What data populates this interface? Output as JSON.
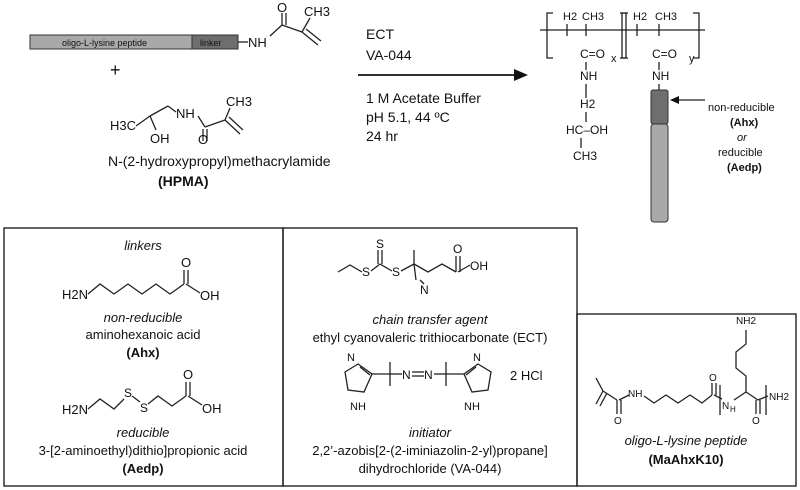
{
  "reaction": {
    "peptide_bar_label": "oligo-L-lysine peptide",
    "linker_bar_label": "linker",
    "plus": "+",
    "hpma_name": "N-(2-hydroxypropyl)methacrylamide",
    "hpma_abbr": "(HPMA)",
    "conditions": [
      "ECT",
      "VA-044",
      "1 M Acetate Buffer",
      "pH 5.1, 44 ºC",
      "24 hr"
    ]
  },
  "product": {
    "sub_x": "x",
    "sub_y": "y",
    "linker_note": {
      "nonreducible": "non-reducible",
      "ahx": "(Ahx)",
      "or": "or",
      "reducible": "reducible",
      "aedp": "(Aedp)"
    }
  },
  "legend": {
    "linkers_title": "linkers",
    "ahx_type": "non-reducible",
    "ahx_name": "aminohexanoic acid",
    "ahx_abbr": "(Ahx)",
    "aedp_type": "reducible",
    "aedp_name": "3-[2-aminoethyl)dithio]propionic acid",
    "aedp_abbr": "(Aedp)",
    "cta_title": "chain transfer agent",
    "ect_name": "ethyl cyanovaleric trithiocarbonate (ECT)",
    "initiator_title": "initiator",
    "va044_name_1": "2,2’-azobis[2-(2-iminiazolin-2-yl)propane]",
    "va044_name_2": "dihydrochloride (VA-044)",
    "va044_salt": "2 HCl",
    "peptide_title": "oligo-L-lysine peptide",
    "peptide_abbr": "(MaAhxK10)"
  },
  "atoms": {
    "ch3": "CH3",
    "nh": "NH",
    "h2n": "H2N",
    "oh": "OH",
    "o": "O",
    "h3c": "H3C",
    "s": "S",
    "n": "N",
    "h": "H",
    "nh2": "NH2",
    "h2c": "H2",
    "hc_oh": "HC–OH",
    "co": "C=O",
    "c": "C"
  },
  "colors": {
    "peptide_bar": "#a9a9a9",
    "linker_bar": "#6e6e6e"
  }
}
